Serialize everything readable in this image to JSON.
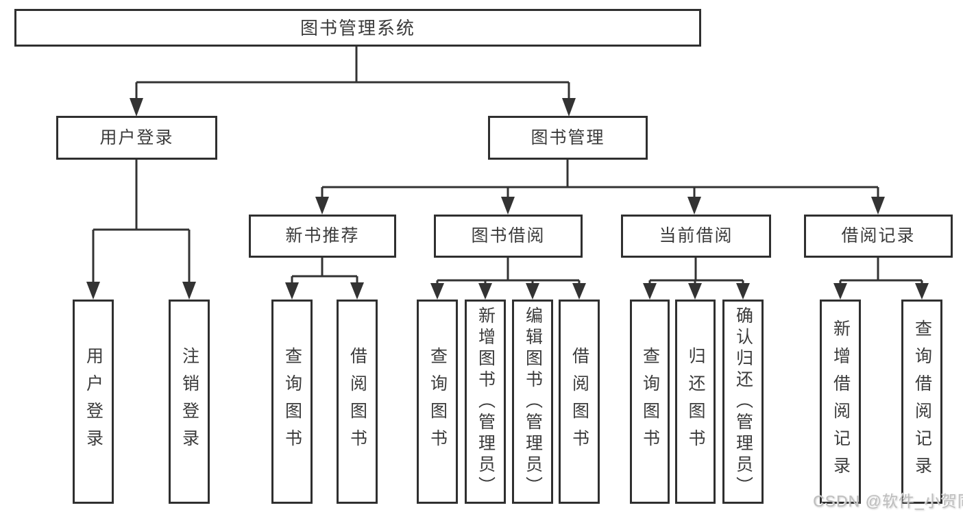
{
  "diagram": {
    "title": "图书管理系统",
    "tree": {
      "label": "图书管理系统",
      "children": [
        {
          "label": "用户登录",
          "children": [
            {
              "label": "用户登录"
            },
            {
              "label": "注销登录"
            }
          ]
        },
        {
          "label": "图书管理",
          "children": [
            {
              "label": "新书推荐",
              "children": [
                {
                  "label": "查询图书"
                },
                {
                  "label": "借阅图书"
                }
              ]
            },
            {
              "label": "图书借阅",
              "children": [
                {
                  "label": "查询图书"
                },
                {
                  "label": "新增图书（管理员）"
                },
                {
                  "label": "编辑图书（管理员）"
                },
                {
                  "label": "借阅图书"
                }
              ]
            },
            {
              "label": "当前借阅",
              "children": [
                {
                  "label": "查询图书"
                },
                {
                  "label": "归还图书"
                },
                {
                  "label": "确认归还（管理员）"
                }
              ]
            },
            {
              "label": "借阅记录",
              "children": [
                {
                  "label": "新增借阅记录"
                },
                {
                  "label": "查询借阅记录"
                }
              ]
            }
          ]
        }
      ]
    },
    "watermark": "CSDN @软件_小贺同学",
    "colors": {
      "line": "#333333",
      "box_border": "#2f2f2f",
      "text": "#3b3b3b",
      "background": "#ffffff",
      "watermark": "#bababa"
    }
  }
}
